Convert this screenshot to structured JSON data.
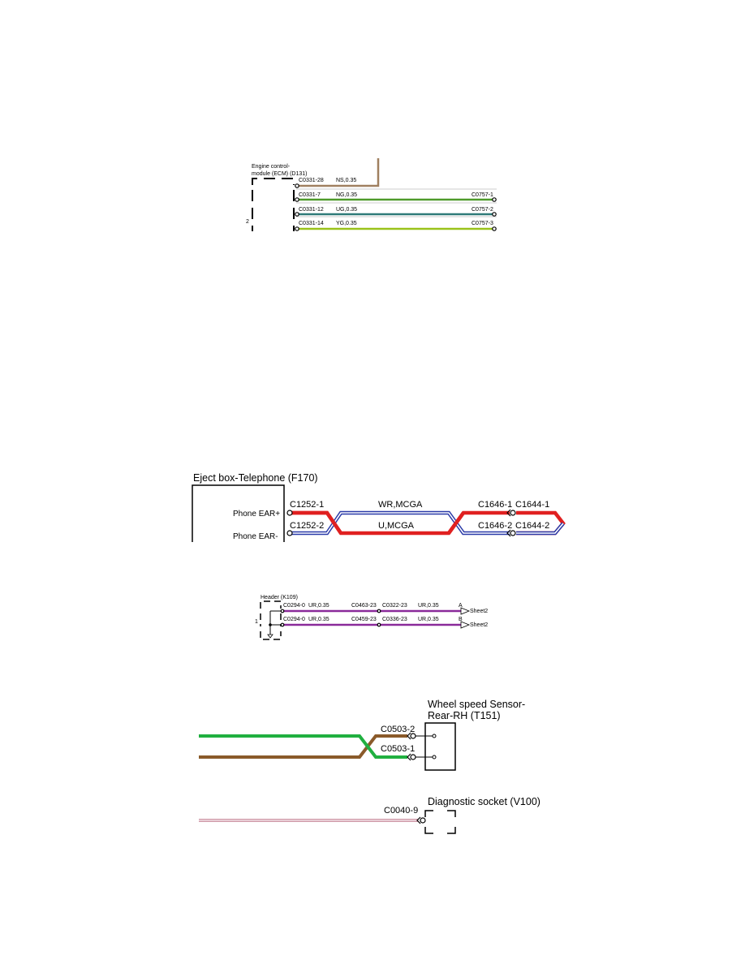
{
  "colors": {
    "tan": "#a08060",
    "green": "#4f9a2a",
    "teal": "#2f7a78",
    "yellow_green": "#9ac21a",
    "red": "#e02020",
    "blue": "#2a3aa8",
    "violet": "#8a2a9a",
    "bright_green": "#20b040",
    "brown": "#8a5a2a",
    "pink": "#d09aa8"
  },
  "ecm": {
    "title_line1": "Engine control-",
    "title_line2": "module (ECM) (D131)",
    "wires": [
      {
        "connector": "C0331-28",
        "wire": "NS,0.35",
        "end": ""
      },
      {
        "connector": "C0331-7",
        "wire": "NG,0.35",
        "end": "C0757-1"
      },
      {
        "connector": "C0331-12",
        "wire": "UG,0.35",
        "end": "C0757-2"
      },
      {
        "connector": "C0331-14",
        "wire": "YG,0.35",
        "end": "C0757-3"
      }
    ],
    "side_mark": "2"
  },
  "eject": {
    "title": "Eject box-Telephone (F170)",
    "pin1_label": "Phone EAR+",
    "pin2_label": "Phone EAR-",
    "conn1": "C1252-1",
    "conn2": "C1252-2",
    "wire1": "WR,MCGA",
    "wire2": "U,MCGA",
    "end1a": "C1646-1",
    "end1b": "C1644-1",
    "end2a": "C1646-2",
    "end2b": "C1644-2"
  },
  "header": {
    "title": "Header (K109)",
    "side_mark": "1",
    "rows": [
      {
        "c1": "C0294-0",
        "w1": "UR,0.35",
        "c2": "C0463-23",
        "c3": "C0322-23",
        "w2": "UR,0.35",
        "letter": "A",
        "sheet": "Sheet2"
      },
      {
        "c1": "C0294-0",
        "w1": "UR,0.35",
        "c2": "C0459-23",
        "c3": "C0336-23",
        "w2": "UR,0.35",
        "letter": "B",
        "sheet": "Sheet2"
      }
    ]
  },
  "wheel": {
    "title_line1": "Wheel speed Sensor-",
    "title_line2": "Rear-RH (T151)",
    "conn1": "C0503-2",
    "conn2": "C0503-1"
  },
  "diag": {
    "title": "Diagnostic socket (V100)",
    "conn": "C0040-9"
  }
}
